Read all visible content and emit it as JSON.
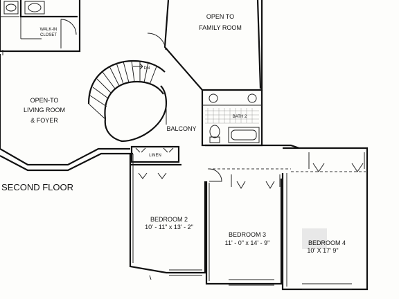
{
  "floor_label": "SECOND FLOOR",
  "rooms": {
    "walk_in_closet": {
      "line1": "WALK-IN",
      "line2": "CLOSET"
    },
    "family_room": {
      "line1": "OPEN TO",
      "line2": "FAMILY ROOM"
    },
    "living_room": {
      "line1": "OPEN-TO",
      "line2": "LIVING ROOM",
      "line3": "& FOYER"
    },
    "balcony": {
      "name": "BALCONY"
    },
    "bath2": {
      "name": "BATH 2"
    },
    "linen": {
      "name": "LINEN"
    },
    "stair": {
      "direction": "DN"
    },
    "bedroom2": {
      "name": "BEDROOM 2",
      "dims": "10' - 11\" x 13' - 2\""
    },
    "bedroom3": {
      "name": "BEDROOM 3",
      "dims": "11' - 0\" x 14' - 9\""
    },
    "bedroom4": {
      "name": "BEDROOM 4",
      "dims": "10' X 17' 9\""
    }
  }
}
